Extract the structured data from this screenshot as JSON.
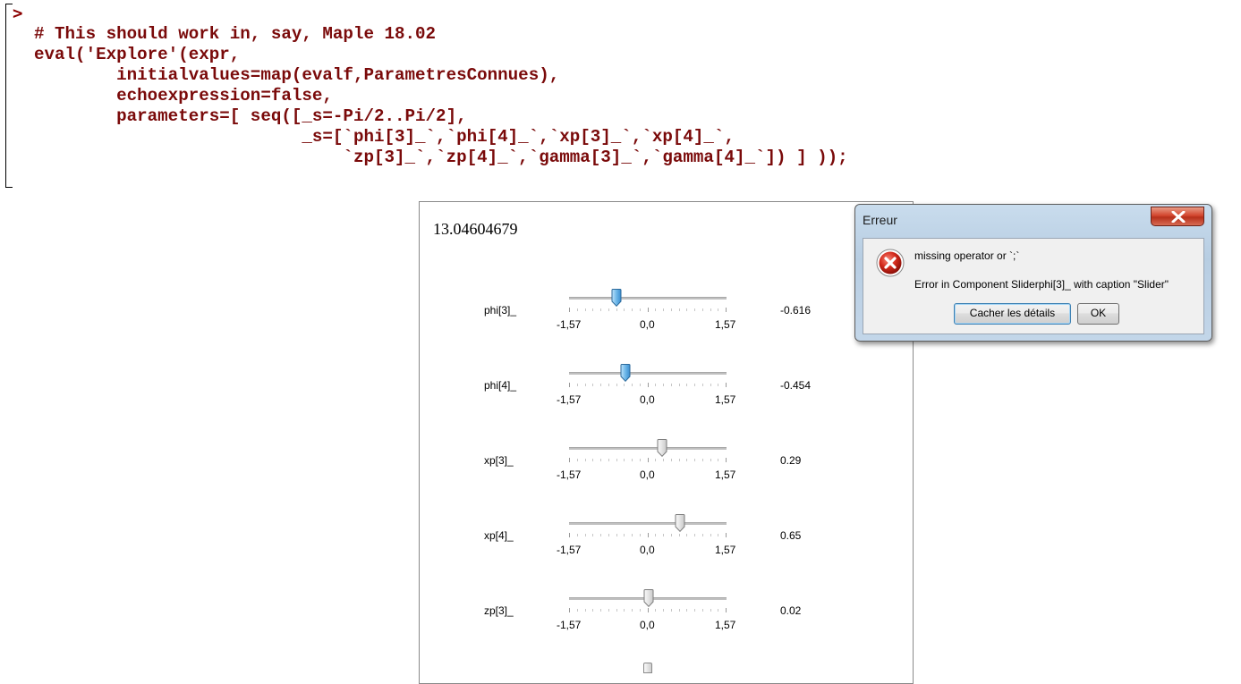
{
  "worksheet": {
    "prompt": ">",
    "code_lines": [
      "# This should work in, say, Maple 18.02",
      "eval('Explore'(expr,",
      "        initialvalues=map(evalf,ParametresConnues),",
      "        echoexpression=false,",
      "        parameters=[ seq([_s=-Pi/2..Pi/2],",
      "                          _s=[`phi[3]_`,`phi[4]_`,`xp[3]_`,`xp[4]_`,",
      "                              `zp[3]_`,`zp[4]_`,`gamma[3]_`,`gamma[4]_`]) ] ));"
    ]
  },
  "explore": {
    "result": "13.04604679",
    "tick_labels": {
      "min": "-1,57",
      "mid": "0,0",
      "max": "1,57"
    },
    "slider_range": [
      -1.57,
      1.57
    ],
    "sliders": [
      {
        "label": "phi[3]_",
        "value_text": "-0.616",
        "value": -0.616,
        "selected": true
      },
      {
        "label": "phi[4]_",
        "value_text": "-0.454",
        "value": -0.454,
        "selected": true
      },
      {
        "label": "xp[3]_",
        "value_text": "0.29",
        "value": 0.29,
        "selected": false
      },
      {
        "label": "xp[4]_",
        "value_text": "0.65",
        "value": 0.65,
        "selected": false
      },
      {
        "label": "zp[3]_",
        "value_text": "0.02",
        "value": 0.02,
        "selected": false
      }
    ]
  },
  "dialog": {
    "title": "Erreur",
    "message1": "missing operator or `;`",
    "message2": "Error in Component Sliderphi[3]_ with caption \"Slider\"",
    "details_button": "Cacher les détails",
    "ok_button": "OK",
    "icon": "error-icon"
  },
  "colors": {
    "code": "#7a0a0a",
    "selected_thumb": "#3b8ed0",
    "close_button": "#c7412b"
  }
}
